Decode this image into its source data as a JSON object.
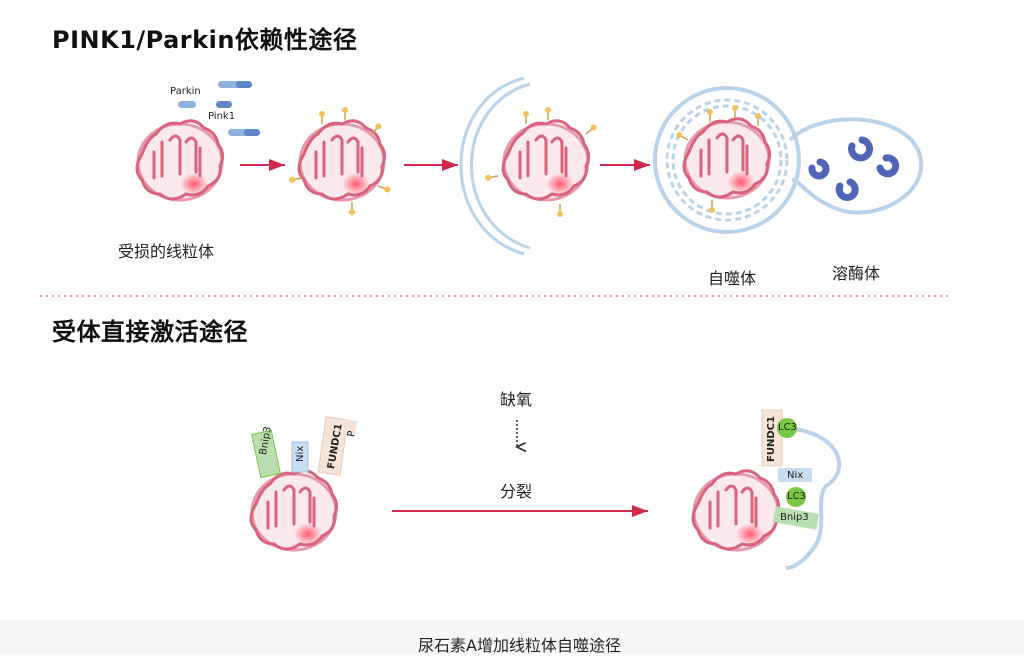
{
  "titles": {
    "pink1_pathway": "PINK1/Parkin依赖性途径",
    "receptor_pathway": "受体直接激活途径"
  },
  "labels": {
    "parkin": "Parkin",
    "pink1": "Pink1",
    "damaged_mito": "受损的线粒体",
    "autophagosome": "自噬体",
    "lysosome": "溶酶体",
    "hypoxia": "缺氧",
    "fission": "分裂",
    "caption": "尿石素A增加线粒体自噬途径"
  },
  "receptors": {
    "bnip3": "Bnip3",
    "nix": "Nix",
    "fundc1": "FUNDC1",
    "p": "P",
    "lc3": "LC3"
  },
  "colors": {
    "mito_outer": "#f3c9d2",
    "mito_inner": "#d9637c",
    "mito_glow": "#ff6a7a",
    "arrow": "#d0284f",
    "membrane": "#b9d3ea",
    "lc3_green": "#7ac943",
    "ub_yellow": "#f2c15a",
    "enzyme_blue": "#4f66b8",
    "divider": "#e27b96"
  }
}
